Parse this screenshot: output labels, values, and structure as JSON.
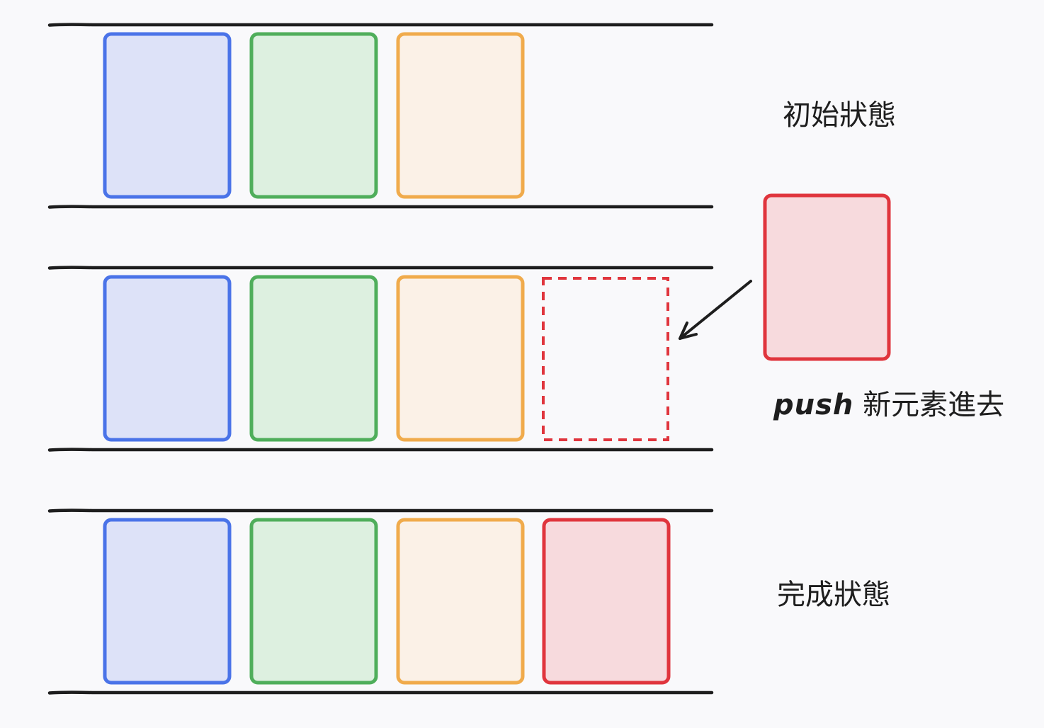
{
  "labels": {
    "initial_state": "初始狀態",
    "push_keyword": "push",
    "push_description": "新元素進去",
    "final_state": "完成狀態"
  },
  "stages": [
    {
      "id": "initial",
      "elements": [
        "blue",
        "green",
        "orange"
      ],
      "placeholder": false
    },
    {
      "id": "pushing",
      "elements": [
        "blue",
        "green",
        "orange"
      ],
      "placeholder": true
    },
    {
      "id": "final",
      "elements": [
        "blue",
        "green",
        "orange",
        "red"
      ],
      "placeholder": false
    }
  ],
  "incoming_element": "red",
  "colors": {
    "blue": {
      "stroke": "#4a73e8",
      "fill": "#dde2f8"
    },
    "green": {
      "stroke": "#4fae5b",
      "fill": "#ddf0e0"
    },
    "orange": {
      "stroke": "#f0ab4c",
      "fill": "#fbf1e7"
    },
    "red": {
      "stroke": "#e0353d",
      "fill": "#f7dadd"
    },
    "line": "#1e1e1e",
    "background": "#f9f9fb"
  }
}
